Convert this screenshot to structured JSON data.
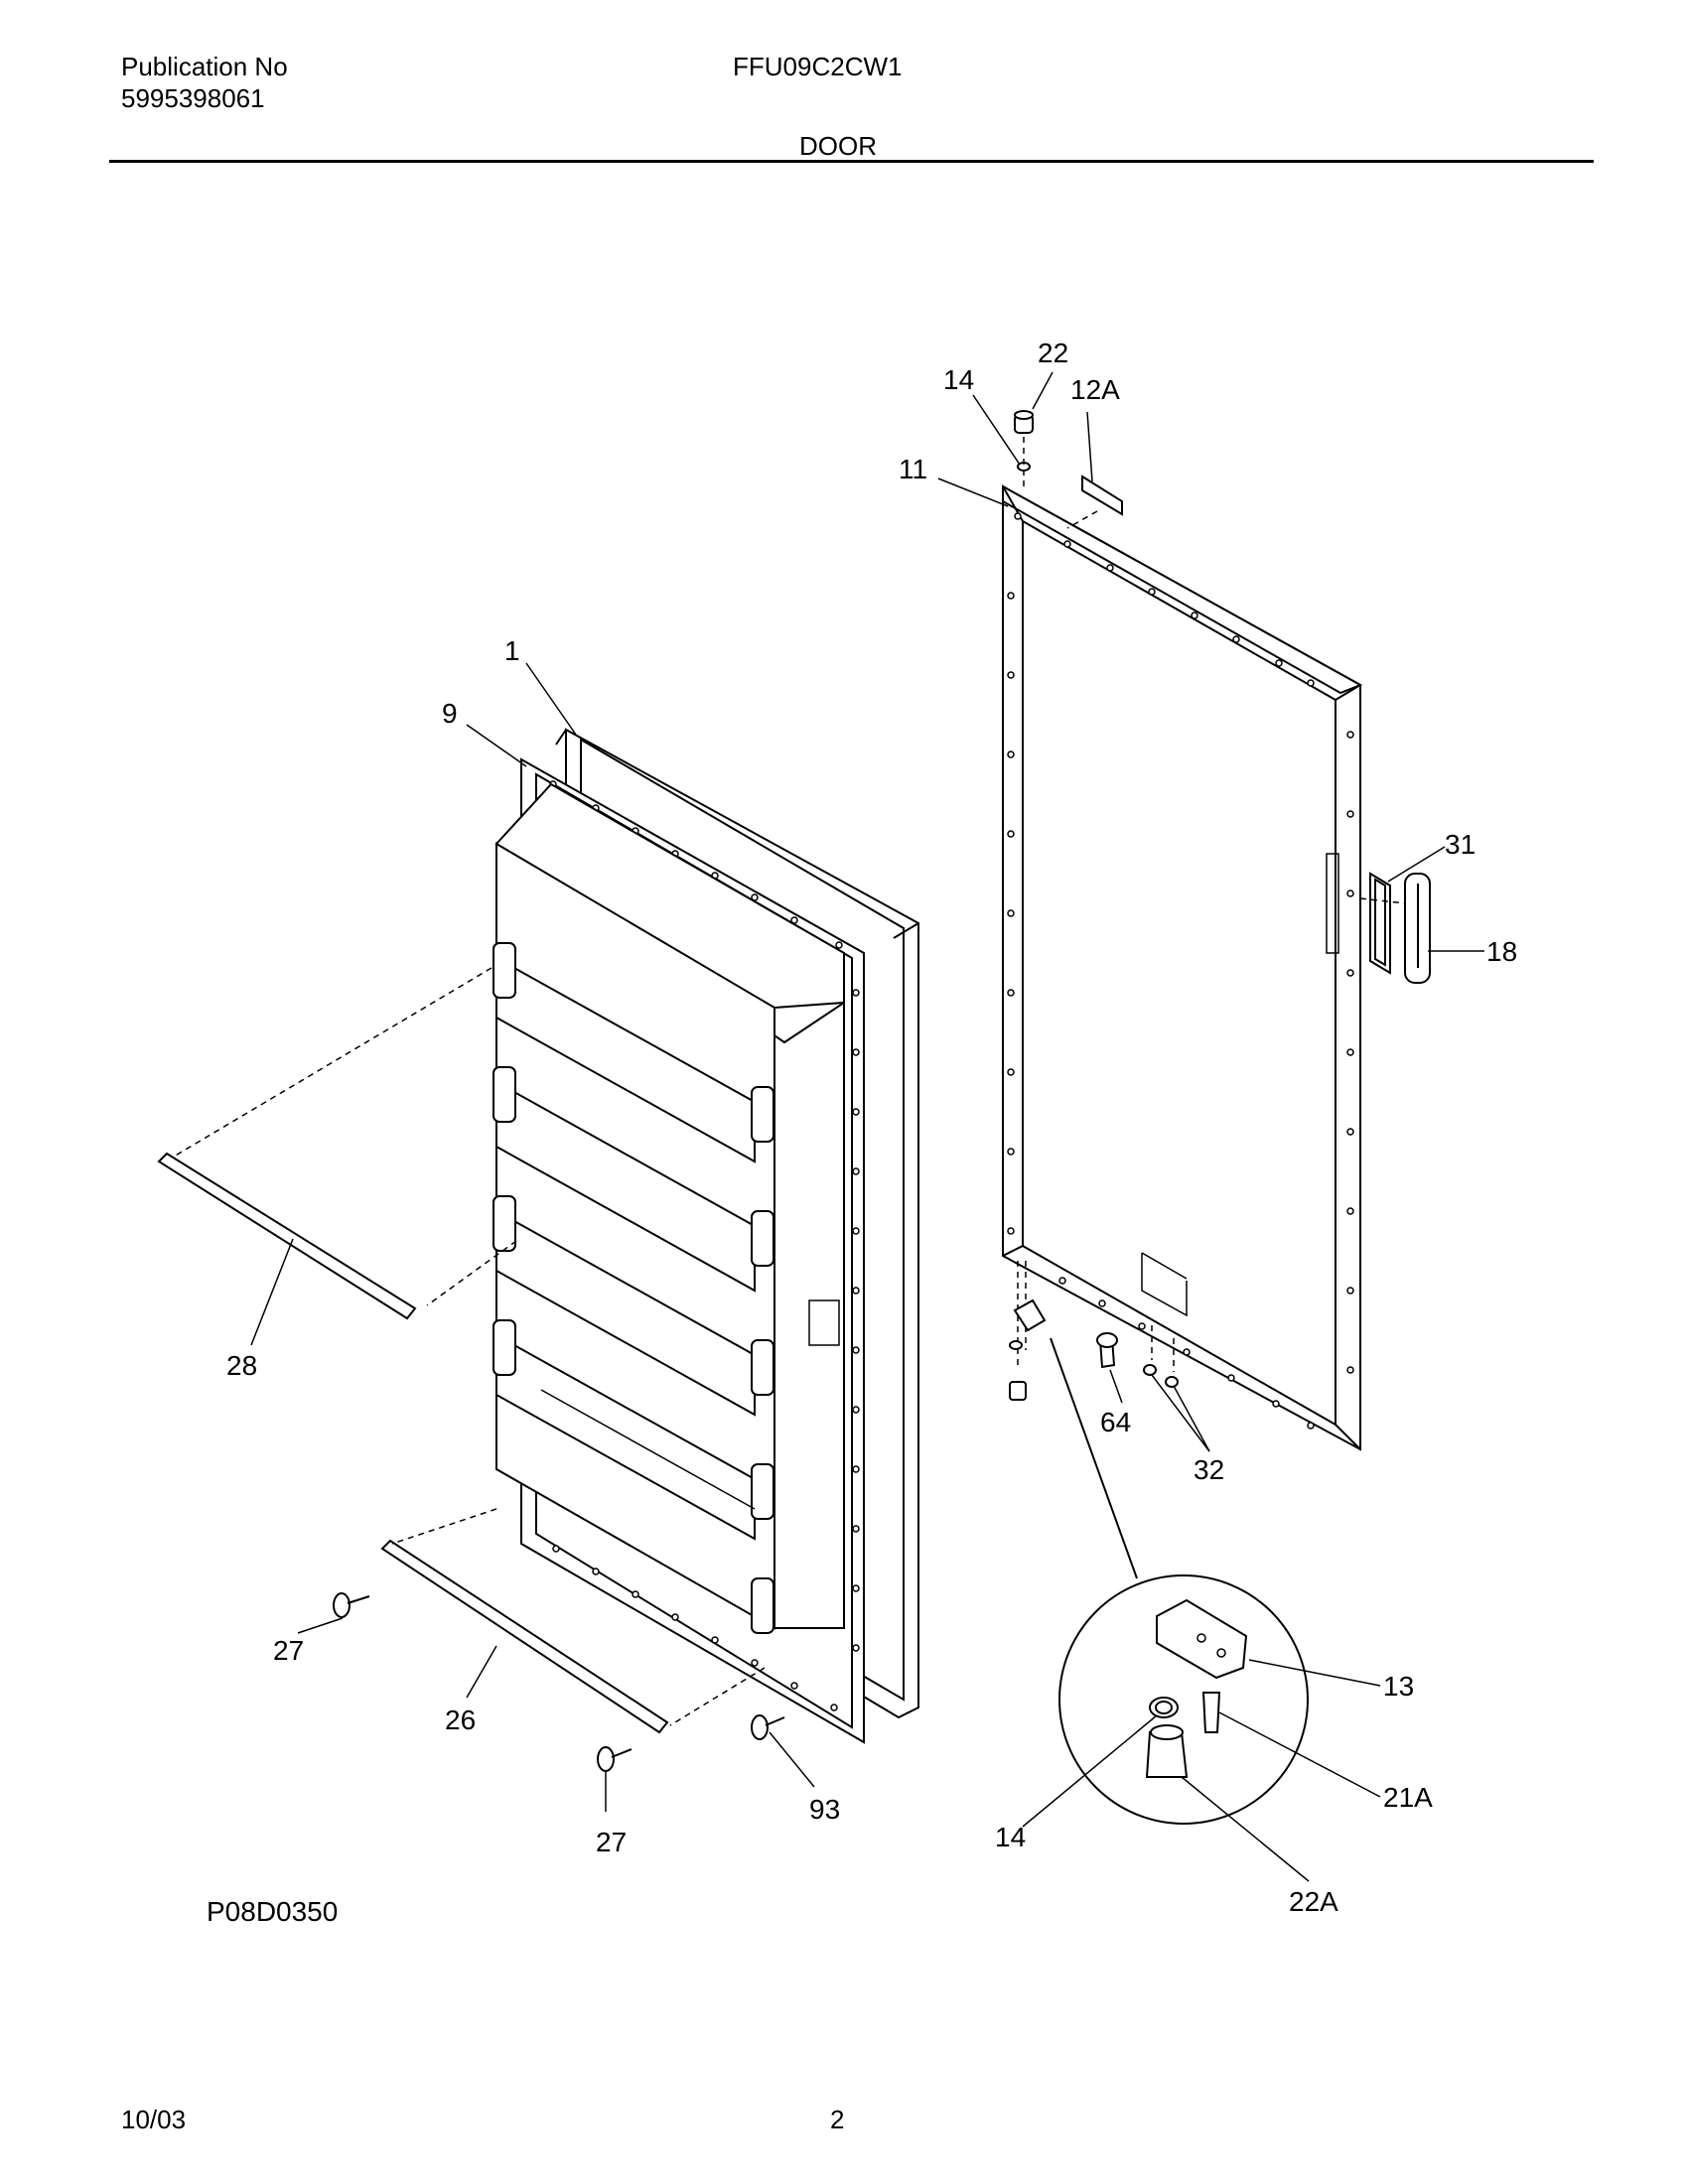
{
  "header": {
    "publication_label": "Publication No",
    "publication_number": "5995398061",
    "model": "FFU09C2CW1",
    "section": "DOOR"
  },
  "diagram": {
    "figure_code": "P08D0350",
    "callouts": [
      "22",
      "14",
      "12A",
      "11",
      "1",
      "9",
      "31",
      "18",
      "28",
      "64",
      "32",
      "13",
      "27",
      "26",
      "21A",
      "93",
      "14",
      "27",
      "22A"
    ]
  },
  "footer": {
    "date": "10/03",
    "page": "2"
  }
}
